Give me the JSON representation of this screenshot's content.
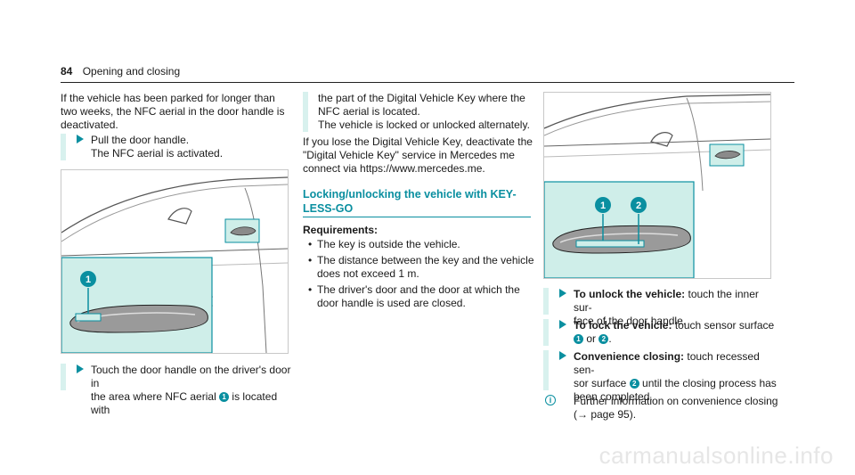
{
  "header": {
    "page_number": "84",
    "section": "Opening and closing"
  },
  "col1": {
    "para1": [
      "If the vehicle has been parked for longer than",
      "two weeks, the NFC aerial in the door handle is",
      "deactivated."
    ],
    "step1": [
      "Pull the door handle.",
      "The NFC aerial is activated."
    ],
    "step2_line1": "Touch the door handle on the driver's door in",
    "step2_line2_pre": "the area where NFC aerial",
    "step2_line2_post": "is located with",
    "callout1": "1"
  },
  "col2": {
    "cont": [
      "the part of the Digital Vehicle Key where the",
      "NFC aerial is located.",
      "The vehicle is locked or unlocked alternately."
    ],
    "para": [
      "If you lose the Digital Vehicle Key, deactivate the",
      "\"Digital Vehicle Key\" service in Mercedes me",
      "connect via https://www.mercedes.me."
    ],
    "heading": [
      "Locking/unlocking the vehicle with KEY-",
      "LESS-GO"
    ],
    "req_title": "Requirements:",
    "bullets": [
      [
        "The key is outside the vehicle."
      ],
      [
        "The distance between the key and the vehicle",
        "does not exceed 1 m."
      ],
      [
        "The driver's door and the door at which the",
        "door handle is used are closed."
      ]
    ]
  },
  "col3": {
    "callouts": [
      "1",
      "2"
    ],
    "unlock_label": "To unlock the vehicle:",
    "unlock_text1": "touch the inner sur-",
    "unlock_text2": "face of the door handle.",
    "lock_label": "To lock the vehicle:",
    "lock_text": "touch sensor surface",
    "lock_or": "or",
    "lock_1": "1",
    "lock_2": "2",
    "conv_label": "Convenience closing:",
    "conv_text1": "touch recessed sen-",
    "conv_text2_pre": "sor surface",
    "conv_text2_post": "until the closing process has",
    "conv_text3": "been completed.",
    "conv_2": "2",
    "info_icon": "i",
    "info1": "Further information on convenience closing",
    "info2": "(→ page 95)."
  },
  "watermark": "carmanualsonline.info",
  "colors": {
    "accent": "#0a8fa0",
    "highlight_bg": "#d8f1ee",
    "panel": "#cfeee9"
  }
}
